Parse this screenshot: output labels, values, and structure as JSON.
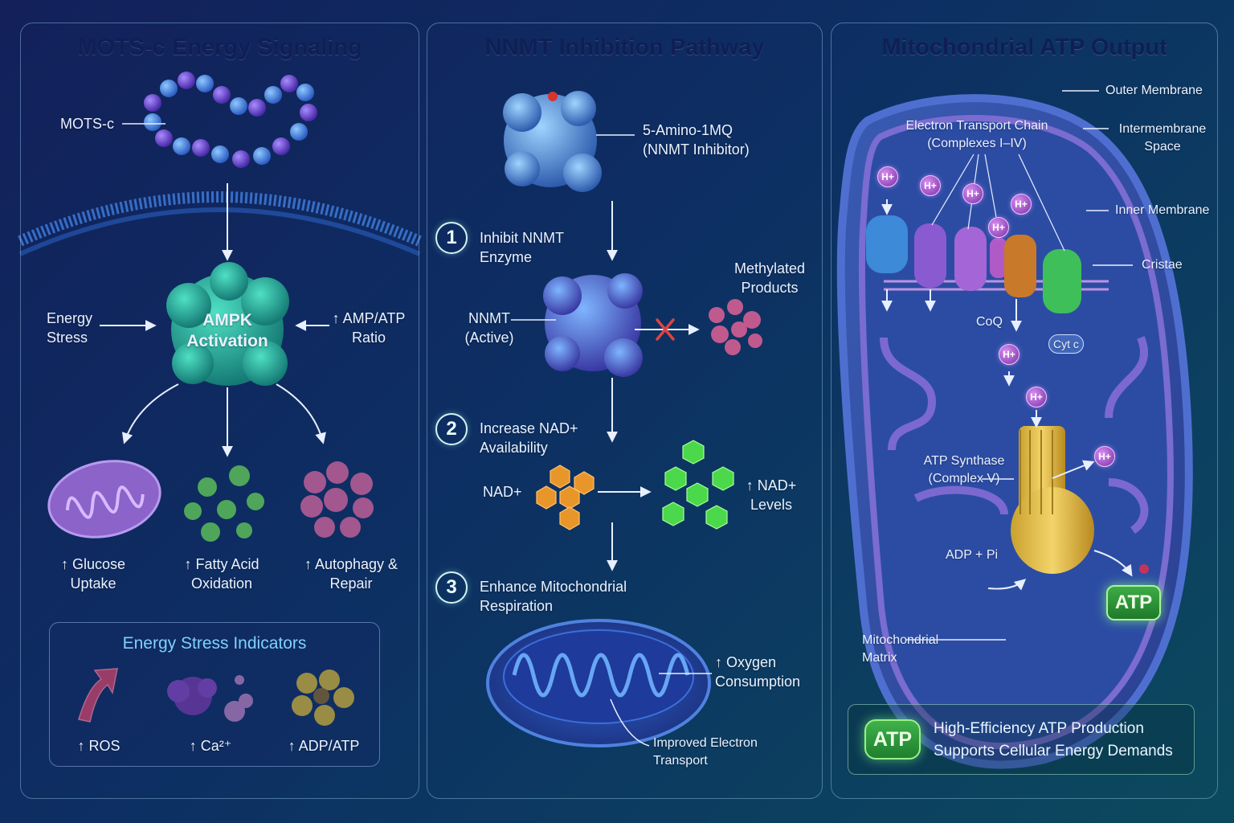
{
  "colors": {
    "left_panel": "#253e8c",
    "middle_panel": "#236f86",
    "right_panel": "#1f6b7d",
    "title_text": "#0f1f55",
    "ampk": "#2fb39a",
    "atp_green": "#3fb24a",
    "proton": "#9b4fd0"
  },
  "left": {
    "title": "MOTS-c Energy Signaling",
    "peptide_label": "MOTS-c",
    "ampk_label": "AMPK Activation",
    "energy_stress": "Energy Stress",
    "amp_atp_ratio": "↑ AMP/ATP Ratio",
    "outcomes": [
      {
        "label": "↑ Glucose Uptake",
        "icon": "mitochondrion-icon"
      },
      {
        "label": "↑ Fatty Acid Oxidation",
        "icon": "green-molecules-icon"
      },
      {
        "label": "↑ Autophagy & Repair",
        "icon": "protein-cluster-icon"
      }
    ],
    "indicators": {
      "title": "Energy Stress Indicators",
      "items": [
        {
          "label": "↑ ROS",
          "icon": "rising-arrow-icon"
        },
        {
          "label": "↑ Ca²⁺",
          "icon": "calcium-icon"
        },
        {
          "label": "↑ ADP/ATP",
          "icon": "adp-atp-icon"
        }
      ]
    }
  },
  "middle": {
    "title": "NNMT Inhibition Pathway",
    "inhibitor_label": "5-Amino-1MQ (NNMT Inhibitor)",
    "steps": [
      {
        "number": "1",
        "label": "Inhibit NNMT Enzyme"
      },
      {
        "number": "2",
        "label": "Increase NAD+ Availability"
      },
      {
        "number": "3",
        "label": "Enhance Mitochondrial Respiration"
      }
    ],
    "nnmt_label": "NNMT (Active)",
    "methylated_label": "Methylated Products",
    "nad_label": "NAD+",
    "nad_levels_label": "↑ NAD+ Levels",
    "oxygen_label": "↑ Oxygen Consumption",
    "electron_label": "Improved Electron Transport"
  },
  "right": {
    "title": "Mitochondrial ATP Output",
    "outer_membrane": "Outer Membrane",
    "intermembrane_space": "Intermembrane Space",
    "inner_membrane": "Inner Membrane",
    "cristae": "Cristae",
    "etc_label": "Electron Transport Chain (Complexes I–IV)",
    "coq": "CoQ",
    "cyt_c": "Cyt c",
    "proton": "H+",
    "atp_synthase": "ATP Synthase (Complex V)",
    "adp_pi": "ADP + Pi",
    "atp": "ATP",
    "matrix": "Mitochondrial Matrix",
    "summary_badge": "ATP",
    "summary_line1": "High-Efficiency ATP Production",
    "summary_line2": "Supports Cellular Energy Demands"
  }
}
